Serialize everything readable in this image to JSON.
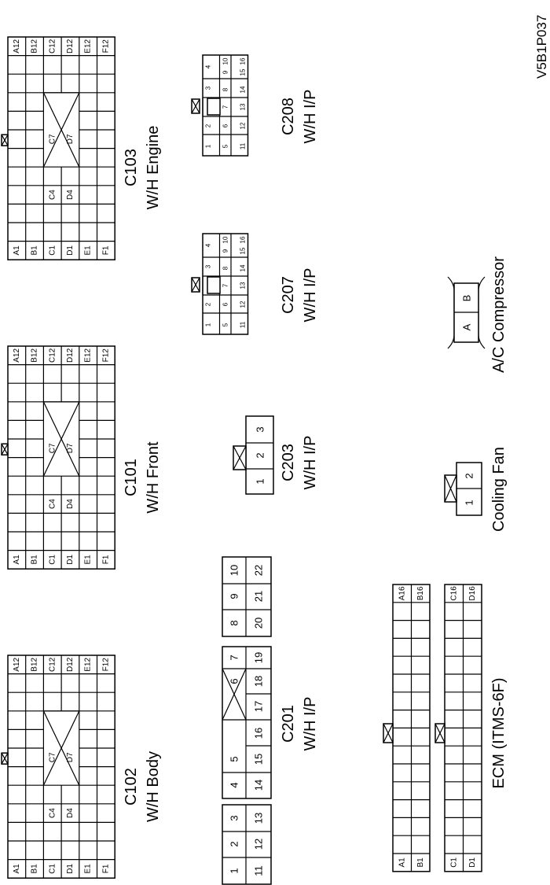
{
  "figure_code": "V5B1P037",
  "connectors": {
    "c102": {
      "name": "C102",
      "desc": "W/H Body",
      "rows": [
        "A",
        "B",
        "C",
        "D",
        "E",
        "F"
      ],
      "center_pins": [
        "C4",
        "D4",
        "C7",
        "D7"
      ]
    },
    "c101": {
      "name": "C101",
      "desc": "W/H Front",
      "rows": [
        "A",
        "B",
        "C",
        "D",
        "E",
        "F"
      ],
      "center_pins": [
        "C4",
        "D4",
        "C7",
        "D7"
      ]
    },
    "c103": {
      "name": "C103",
      "desc": "W/H Engine",
      "rows": [
        "A",
        "B",
        "C",
        "D",
        "E",
        "F"
      ],
      "center_pins": [
        "C4",
        "D4",
        "C7",
        "D7"
      ]
    },
    "c201": {
      "name": "C201",
      "desc": "W/H I/P",
      "pins_top": [
        "1",
        "2",
        "3",
        "4",
        "5",
        "6",
        "7",
        "8",
        "9",
        "10"
      ],
      "pins_bottom": [
        "11",
        "12",
        "13",
        "14",
        "15",
        "16",
        "17",
        "18",
        "19",
        "20",
        "21",
        "22"
      ]
    },
    "c203": {
      "name": "C203",
      "desc": "W/H I/P",
      "pins": [
        "1",
        "2",
        "3"
      ]
    },
    "c207": {
      "name": "C207",
      "desc": "W/H I/P",
      "pins": [
        "1",
        "2",
        "3",
        "4",
        "5",
        "6",
        "7",
        "8",
        "9",
        "10",
        "11",
        "12",
        "13",
        "14",
        "15",
        "16"
      ]
    },
    "c208": {
      "name": "C208",
      "desc": "W/H I/P",
      "pins": [
        "1",
        "2",
        "3",
        "4",
        "5",
        "6",
        "7",
        "8",
        "9",
        "10",
        "11",
        "12",
        "13",
        "14",
        "15",
        "16"
      ]
    },
    "ecm": {
      "name": "ECM (ITMS-6F)",
      "row1": [
        "A1",
        "B1",
        "A16",
        "B16"
      ],
      "row2": [
        "C1",
        "D1",
        "C16",
        "D16"
      ]
    },
    "cooling_fan": {
      "name": "Cooling Fan",
      "pins": [
        "1",
        "2"
      ]
    },
    "ac_compressor": {
      "name": "A/C Compressor",
      "pins": [
        "A",
        "B"
      ]
    }
  }
}
